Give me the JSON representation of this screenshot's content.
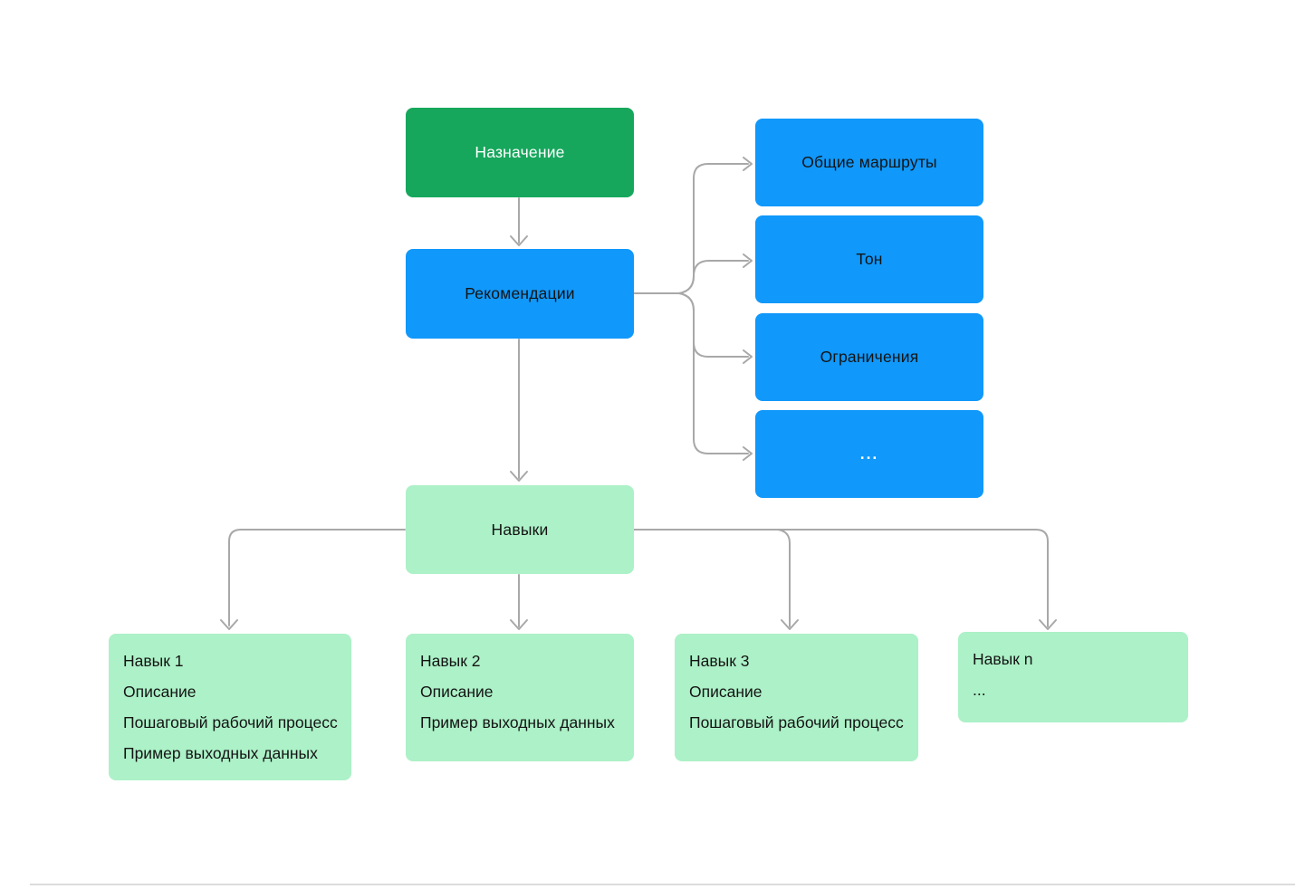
{
  "colors": {
    "green": "#16A75C",
    "blue": "#1098FA",
    "light-green": "#ACF1C7",
    "connector": "#A8A8A8",
    "divider": "#DCDCDC",
    "text-dark": "#141414",
    "text-light": "#FFFFFF"
  },
  "diagram": {
    "purpose": {
      "label": "Назначение"
    },
    "recommendations": {
      "label": "Рекомендации"
    },
    "guidelines": [
      {
        "label": "Общие маршруты"
      },
      {
        "label": "Тон"
      },
      {
        "label": "Ограничения"
      },
      {
        "label": "..."
      }
    ],
    "skills": {
      "label": "Навыки"
    },
    "skill_cards": [
      {
        "lines": [
          "Навык 1",
          "Описание",
          "Пошаговый рабочий процесс",
          "Пример выходных данных"
        ]
      },
      {
        "lines": [
          "Навык 2",
          "Описание",
          "Пример выходных данных"
        ]
      },
      {
        "lines": [
          "Навык 3",
          "Описание",
          "Пошаговый рабочий процесс"
        ]
      },
      {
        "lines": [
          "Навык n",
          "..."
        ]
      }
    ]
  }
}
